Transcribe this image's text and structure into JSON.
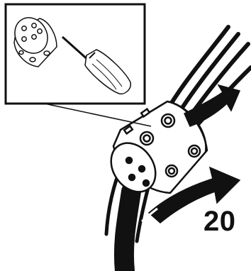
{
  "step": {
    "number": "20"
  },
  "colors": {
    "ink": "#111111",
    "paper": "#ffffff",
    "shade": "#dcdcdc"
  },
  "icons": {
    "inset": "screwdriver-detail-inset",
    "connector": "wire-connector-block",
    "arrow": "rotation-arrow-icon"
  }
}
